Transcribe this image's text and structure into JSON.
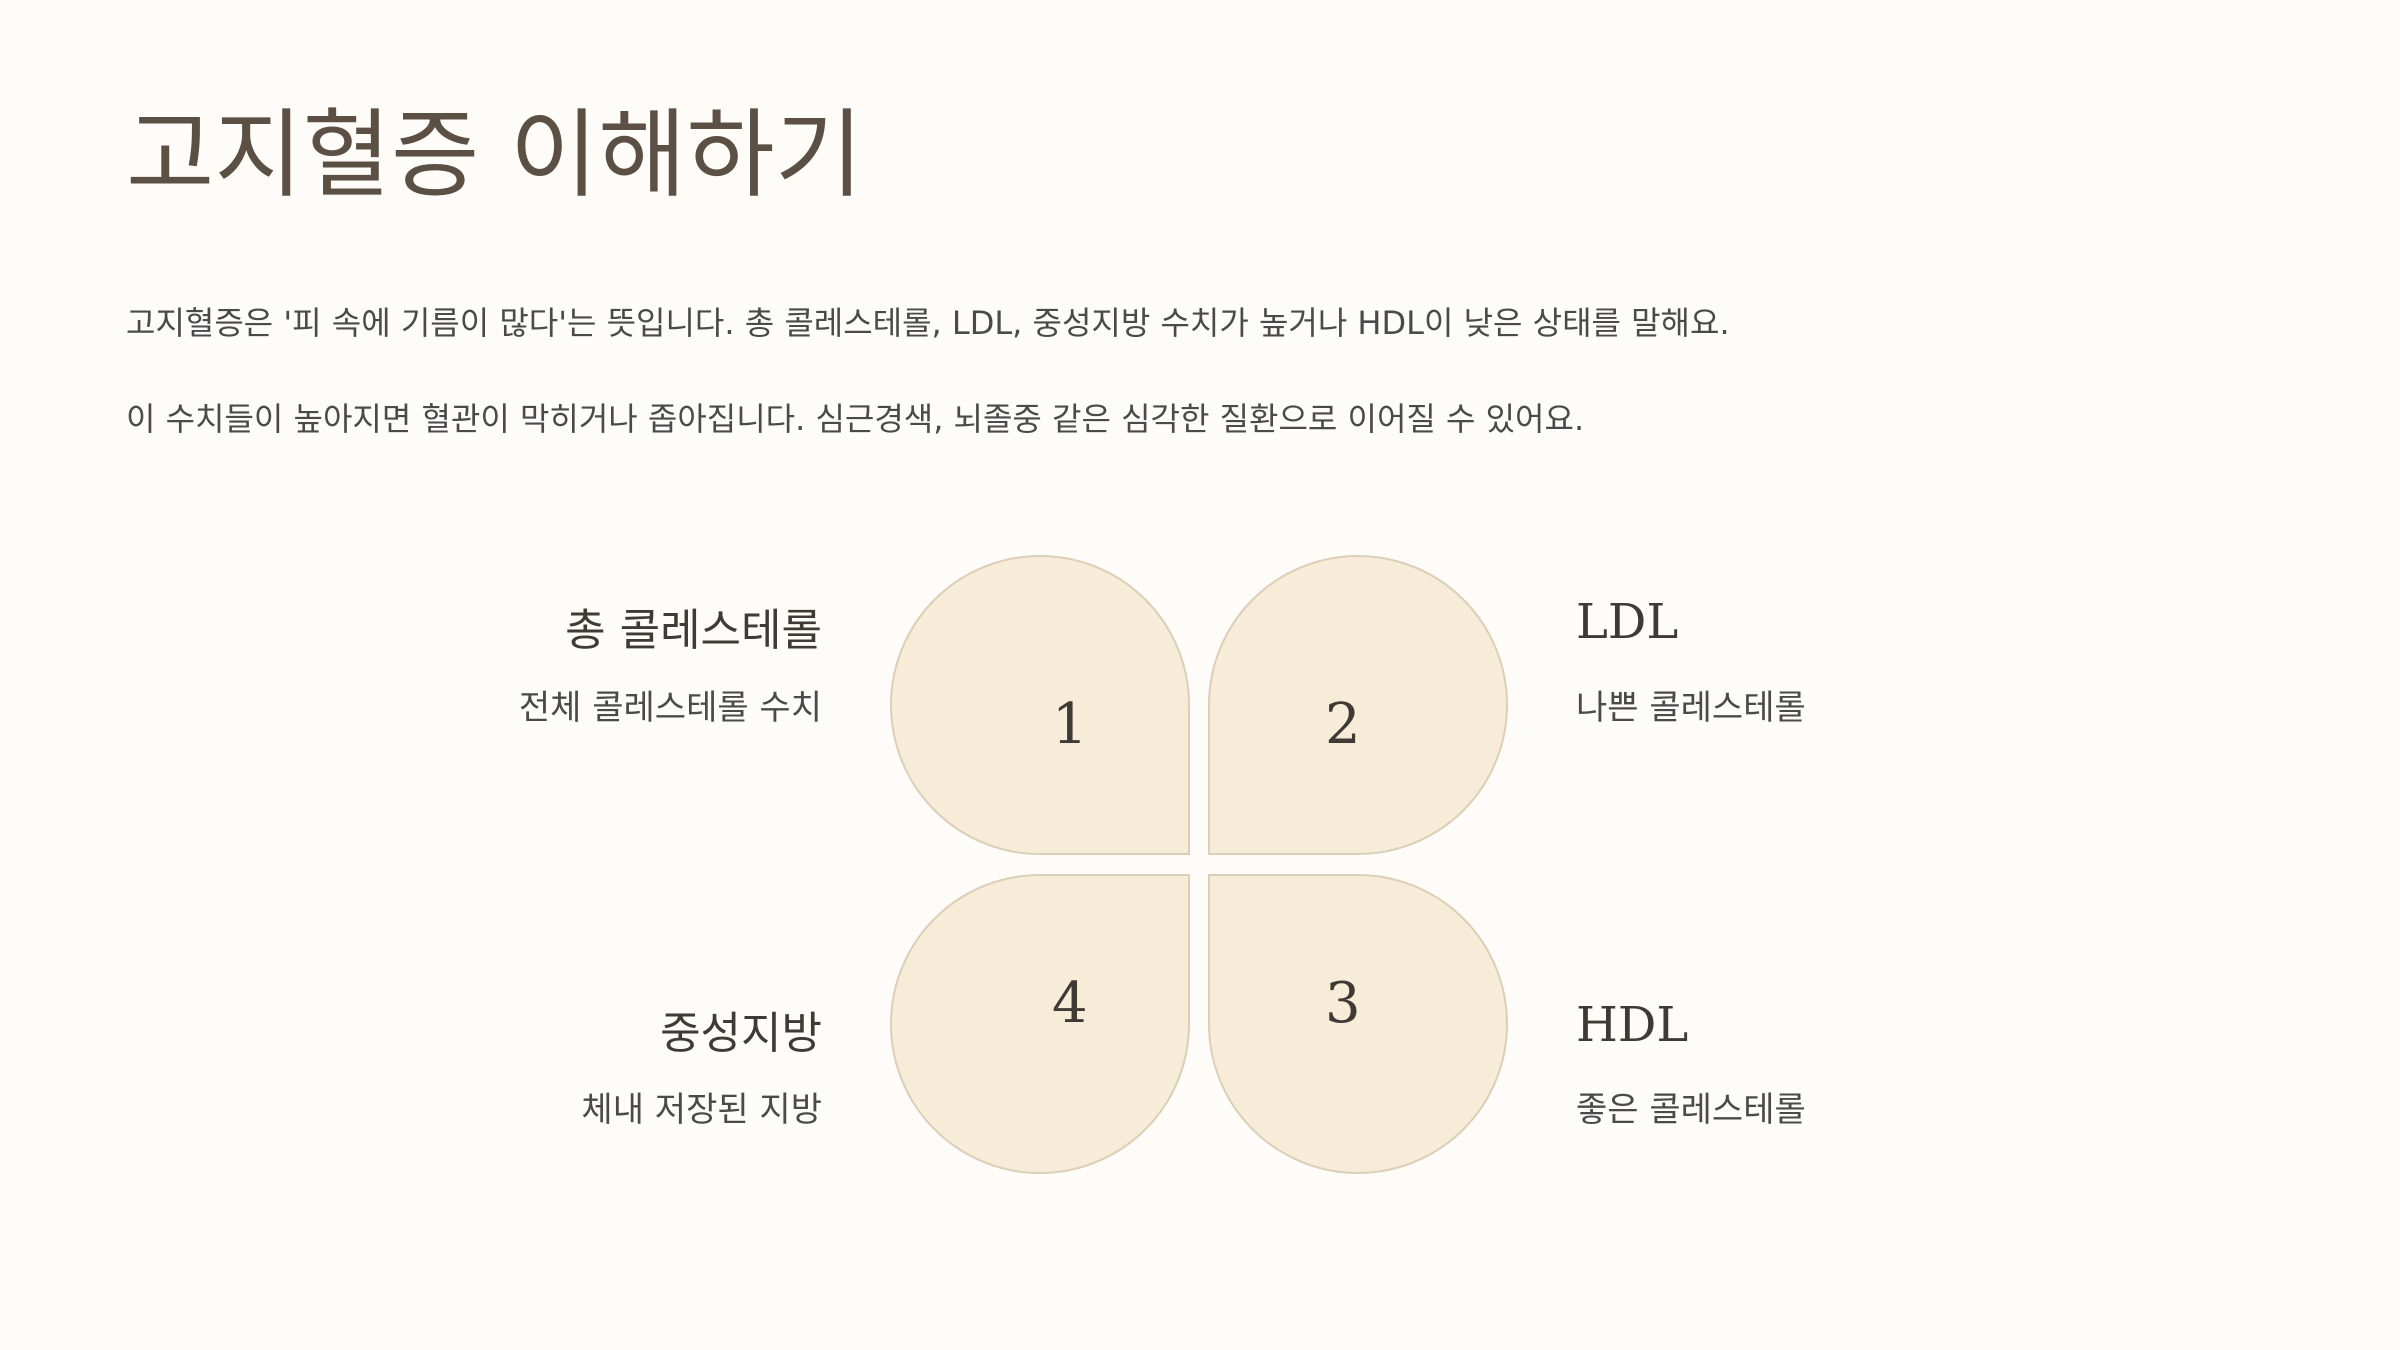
{
  "slide": {
    "title": "고지혈증 이해하기",
    "paragraphs": [
      "고지혈증은 '피 속에 기름이 많다'는 뜻입니다. 총 콜레스테롤, LDL, 중성지방 수치가 높거나 HDL이 낮은 상태를 말해요.",
      "이 수치들이 높아지면 혈관이 막히거나 좁아집니다. 심근경색, 뇌졸중 같은 심각한 질환으로 이어질 수 있어요."
    ]
  },
  "clover": {
    "petals": [
      {
        "number": "1",
        "title": "총 콜레스테롤",
        "subtitle": "전체 콜레스테롤 수치"
      },
      {
        "number": "2",
        "title": "LDL",
        "subtitle": "나쁜 콜레스테롤"
      },
      {
        "number": "3",
        "title": "HDL",
        "subtitle": "좋은 콜레스테롤"
      },
      {
        "number": "4",
        "title": "중성지방",
        "subtitle": "체내 저장된 지방"
      }
    ]
  },
  "colors": {
    "background": "#fefcf8",
    "petal_fill": "#f6ecd7",
    "petal_border": "#dccfb7",
    "title_text": "#5c4f43"
  }
}
